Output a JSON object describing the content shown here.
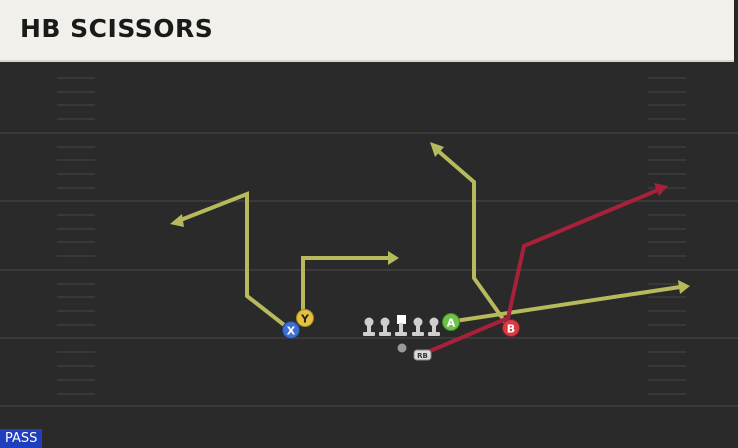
{
  "play": {
    "title": "HB SCISSORS",
    "type_badge": "PASS"
  },
  "players": {
    "x": "X",
    "y": "Y",
    "a": "A",
    "b": "B",
    "rb": "RB"
  },
  "colors": {
    "field": "#2a2a2a",
    "route_primary": "#b6b95c",
    "route_hot": "#a8203a",
    "button_x": "#3f6fd0",
    "button_y": "#e6c040",
    "button_a": "#6cc24a",
    "button_b": "#d93b45",
    "lineman": "#cfcfcf",
    "badge": "#1f3fbf"
  },
  "icons": {
    "x_receiver": "x-button-icon",
    "y_receiver": "y-button-icon",
    "a_receiver": "a-button-icon",
    "b_receiver": "b-button-icon",
    "quarterback": "qb-dot-icon",
    "running_back": "rb-tag-icon"
  }
}
